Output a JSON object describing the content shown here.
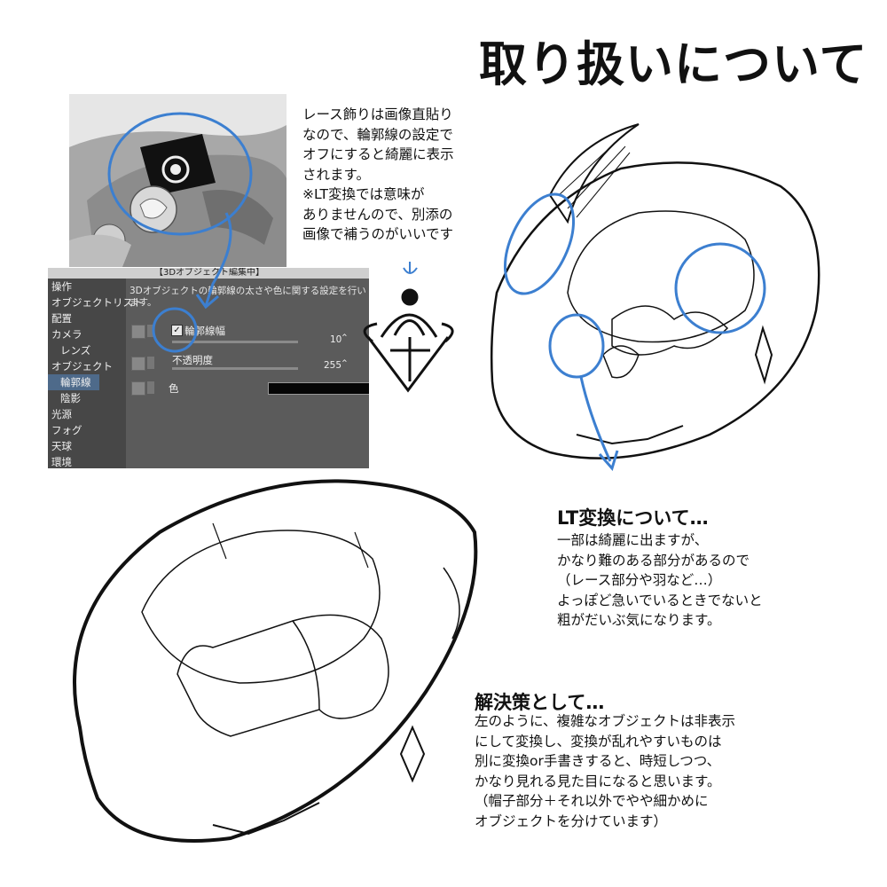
{
  "title": "取り扱いについて",
  "note_lace": "レース飾りは画像直貼り\nなので、輪郭線の設定で\nオフにすると綺麗に表示\nされます。\n※LT変換では意味が\nありませんので、別添の\n画像で補うのがいいです",
  "lt_section": {
    "heading": "LT変換について…",
    "body": "一部は綺麗に出ますが、\nかなり難のある部分があるので\n（レース部分や羽など…）\nよっぽど急いでいるときでないと\n粗がだいぶ気になります。"
  },
  "solution_section": {
    "heading": "解決策として…",
    "body": "左のように、複雑なオブジェクトは非表示\nにして変換し、変換が乱れやすいものは\n別に変換or手書きすると、時短しつつ、\nかなり見れる見た目になると思います。\n（帽子部分＋それ以外でやや細かめに\nオブジェクトを分けています）"
  },
  "panel": {
    "header": "【3Dオブジェクト編集中】",
    "description": "3Dオブジェクトの輪郭線の太さや色に関する設定を行います。",
    "menu": [
      {
        "label": "操作",
        "indent": false,
        "selected": false
      },
      {
        "label": "オブジェクトリスト",
        "indent": false,
        "selected": false
      },
      {
        "label": "配置",
        "indent": false,
        "selected": false
      },
      {
        "label": "カメラ",
        "indent": false,
        "selected": false
      },
      {
        "label": "レンズ",
        "indent": true,
        "selected": false
      },
      {
        "label": "オブジェクト",
        "indent": false,
        "selected": false
      },
      {
        "label": "輪郭線",
        "indent": true,
        "selected": true
      },
      {
        "label": "陰影",
        "indent": true,
        "selected": false
      },
      {
        "label": "光源",
        "indent": false,
        "selected": false
      },
      {
        "label": "フォグ",
        "indent": false,
        "selected": false
      },
      {
        "label": "天球",
        "indent": false,
        "selected": false
      },
      {
        "label": "環境",
        "indent": false,
        "selected": false
      }
    ],
    "outline_width_label": "輪郭線幅",
    "outline_width_value": "10",
    "opacity_label": "不透明度",
    "opacity_value": "255",
    "color_label": "色",
    "checkbox_checked": true,
    "outline_color": "#050505"
  },
  "accent_color": "#3c7fd0"
}
